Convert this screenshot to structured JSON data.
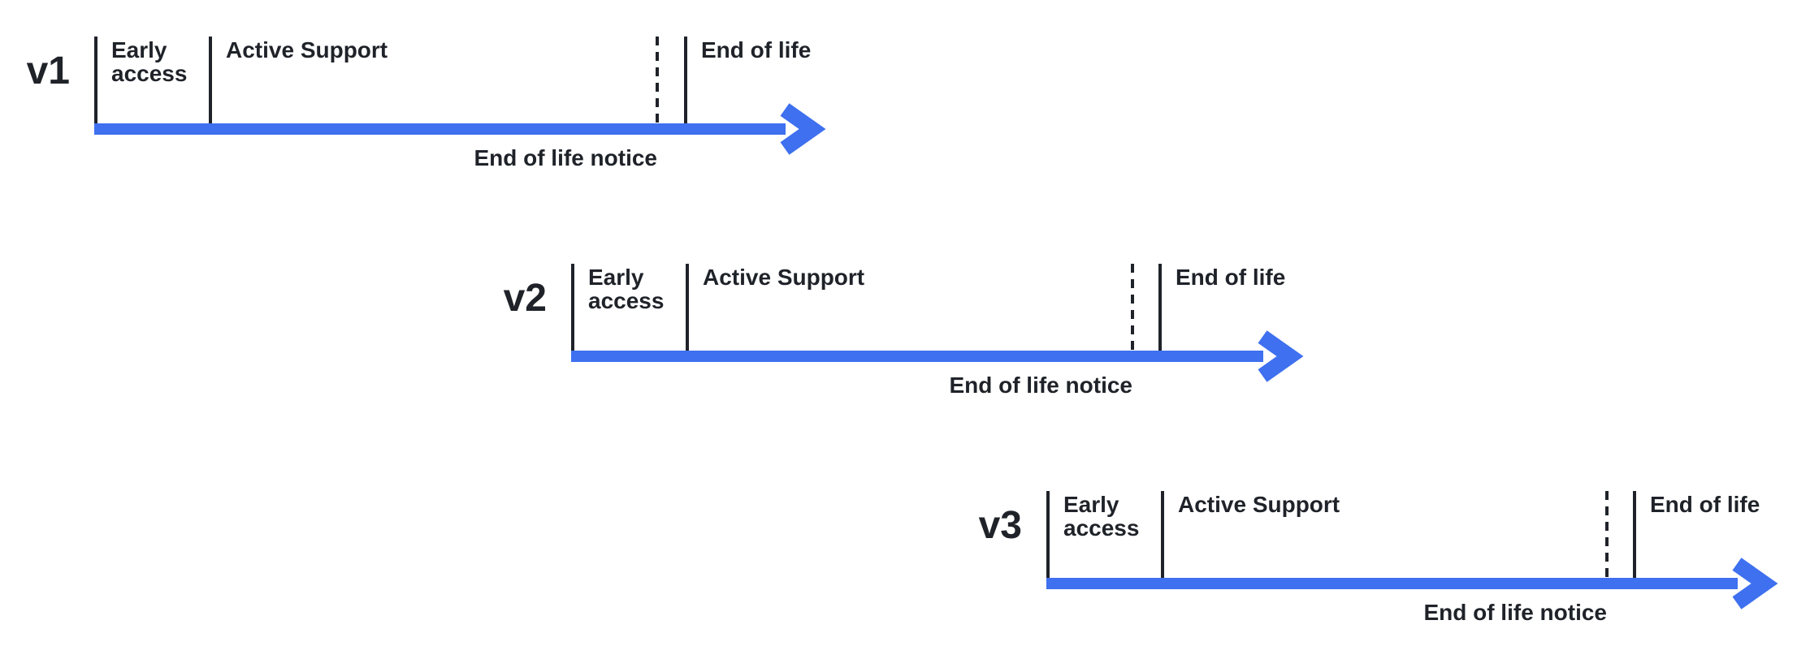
{
  "colors": {
    "arrow": "#3E70EF",
    "ink": "#1F2329"
  },
  "rows": [
    {
      "version": "v1",
      "labels": {
        "early_access": "Early\naccess",
        "active_support": "Active Support",
        "end_of_life": "End of life",
        "end_of_life_notice": "End of life notice"
      }
    },
    {
      "version": "v2",
      "labels": {
        "early_access": "Early\naccess",
        "active_support": "Active Support",
        "end_of_life": "End of life",
        "end_of_life_notice": "End of life notice"
      }
    },
    {
      "version": "v3",
      "labels": {
        "early_access": "Early\naccess",
        "active_support": "Active Support",
        "end_of_life": "End of life",
        "end_of_life_notice": "End of life notice"
      }
    }
  ]
}
